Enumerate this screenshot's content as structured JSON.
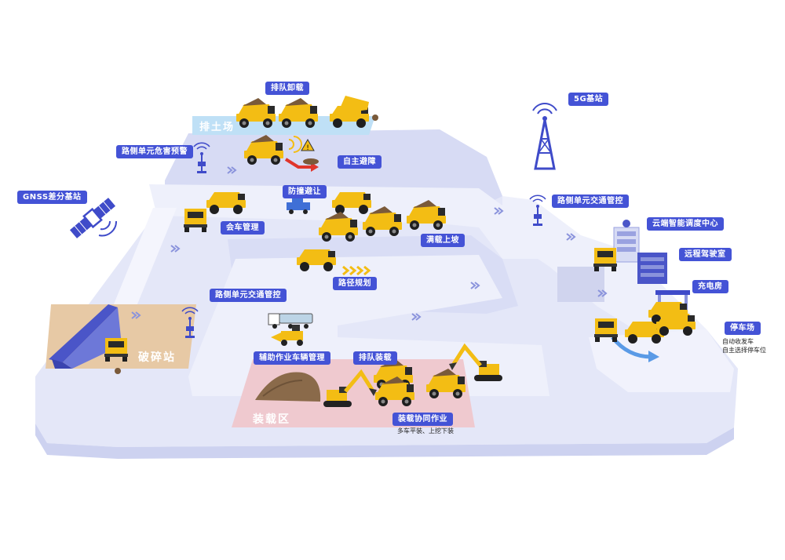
{
  "labels": {
    "queue_dump": "排队卸载",
    "dump_site": "排土场",
    "roadside_hazard": "路侧单元危害预警",
    "auto_avoid": "自主避障",
    "gnss": "GNSS差分基站",
    "collision_yield": "防撞避让",
    "meeting": "会车管理",
    "loaded_uphill": "满载上坡",
    "path_plan": "路径规划",
    "roadside_traffic_right": "路侧单元交通管控",
    "roadside_traffic_left": "路侧单元交通管控",
    "base_5g": "5G基站",
    "cloud_dispatch": "云端智能调度中心",
    "remote_driving": "远程驾驶室",
    "charging": "充电房",
    "parking": "停车场",
    "parking_note_1": "自动收发车",
    "parking_note_2": "自主选择停车位",
    "crushing": "破碎站",
    "aux_vehicle": "辅助作业车辆管理",
    "queue_load": "排队装载",
    "loading_zone": "装载区",
    "coop_loading": "装载协同作业",
    "coop_note": "多车平装、上挖下装"
  },
  "colors": {
    "accent": "#4453d6",
    "road": "#dfe2f6",
    "platform": "#eceefa",
    "dump_zone": "#bfe0f6",
    "crush_zone": "#e7c9a5",
    "load_zone": "#efc9cf",
    "truck": "#f3bd14",
    "icon_blue": "#3f4bc9"
  },
  "icons": [
    "satellite-icon",
    "tower-5g-icon",
    "antenna-icon",
    "warning-icon",
    "arrow-icon",
    "building-icon"
  ]
}
